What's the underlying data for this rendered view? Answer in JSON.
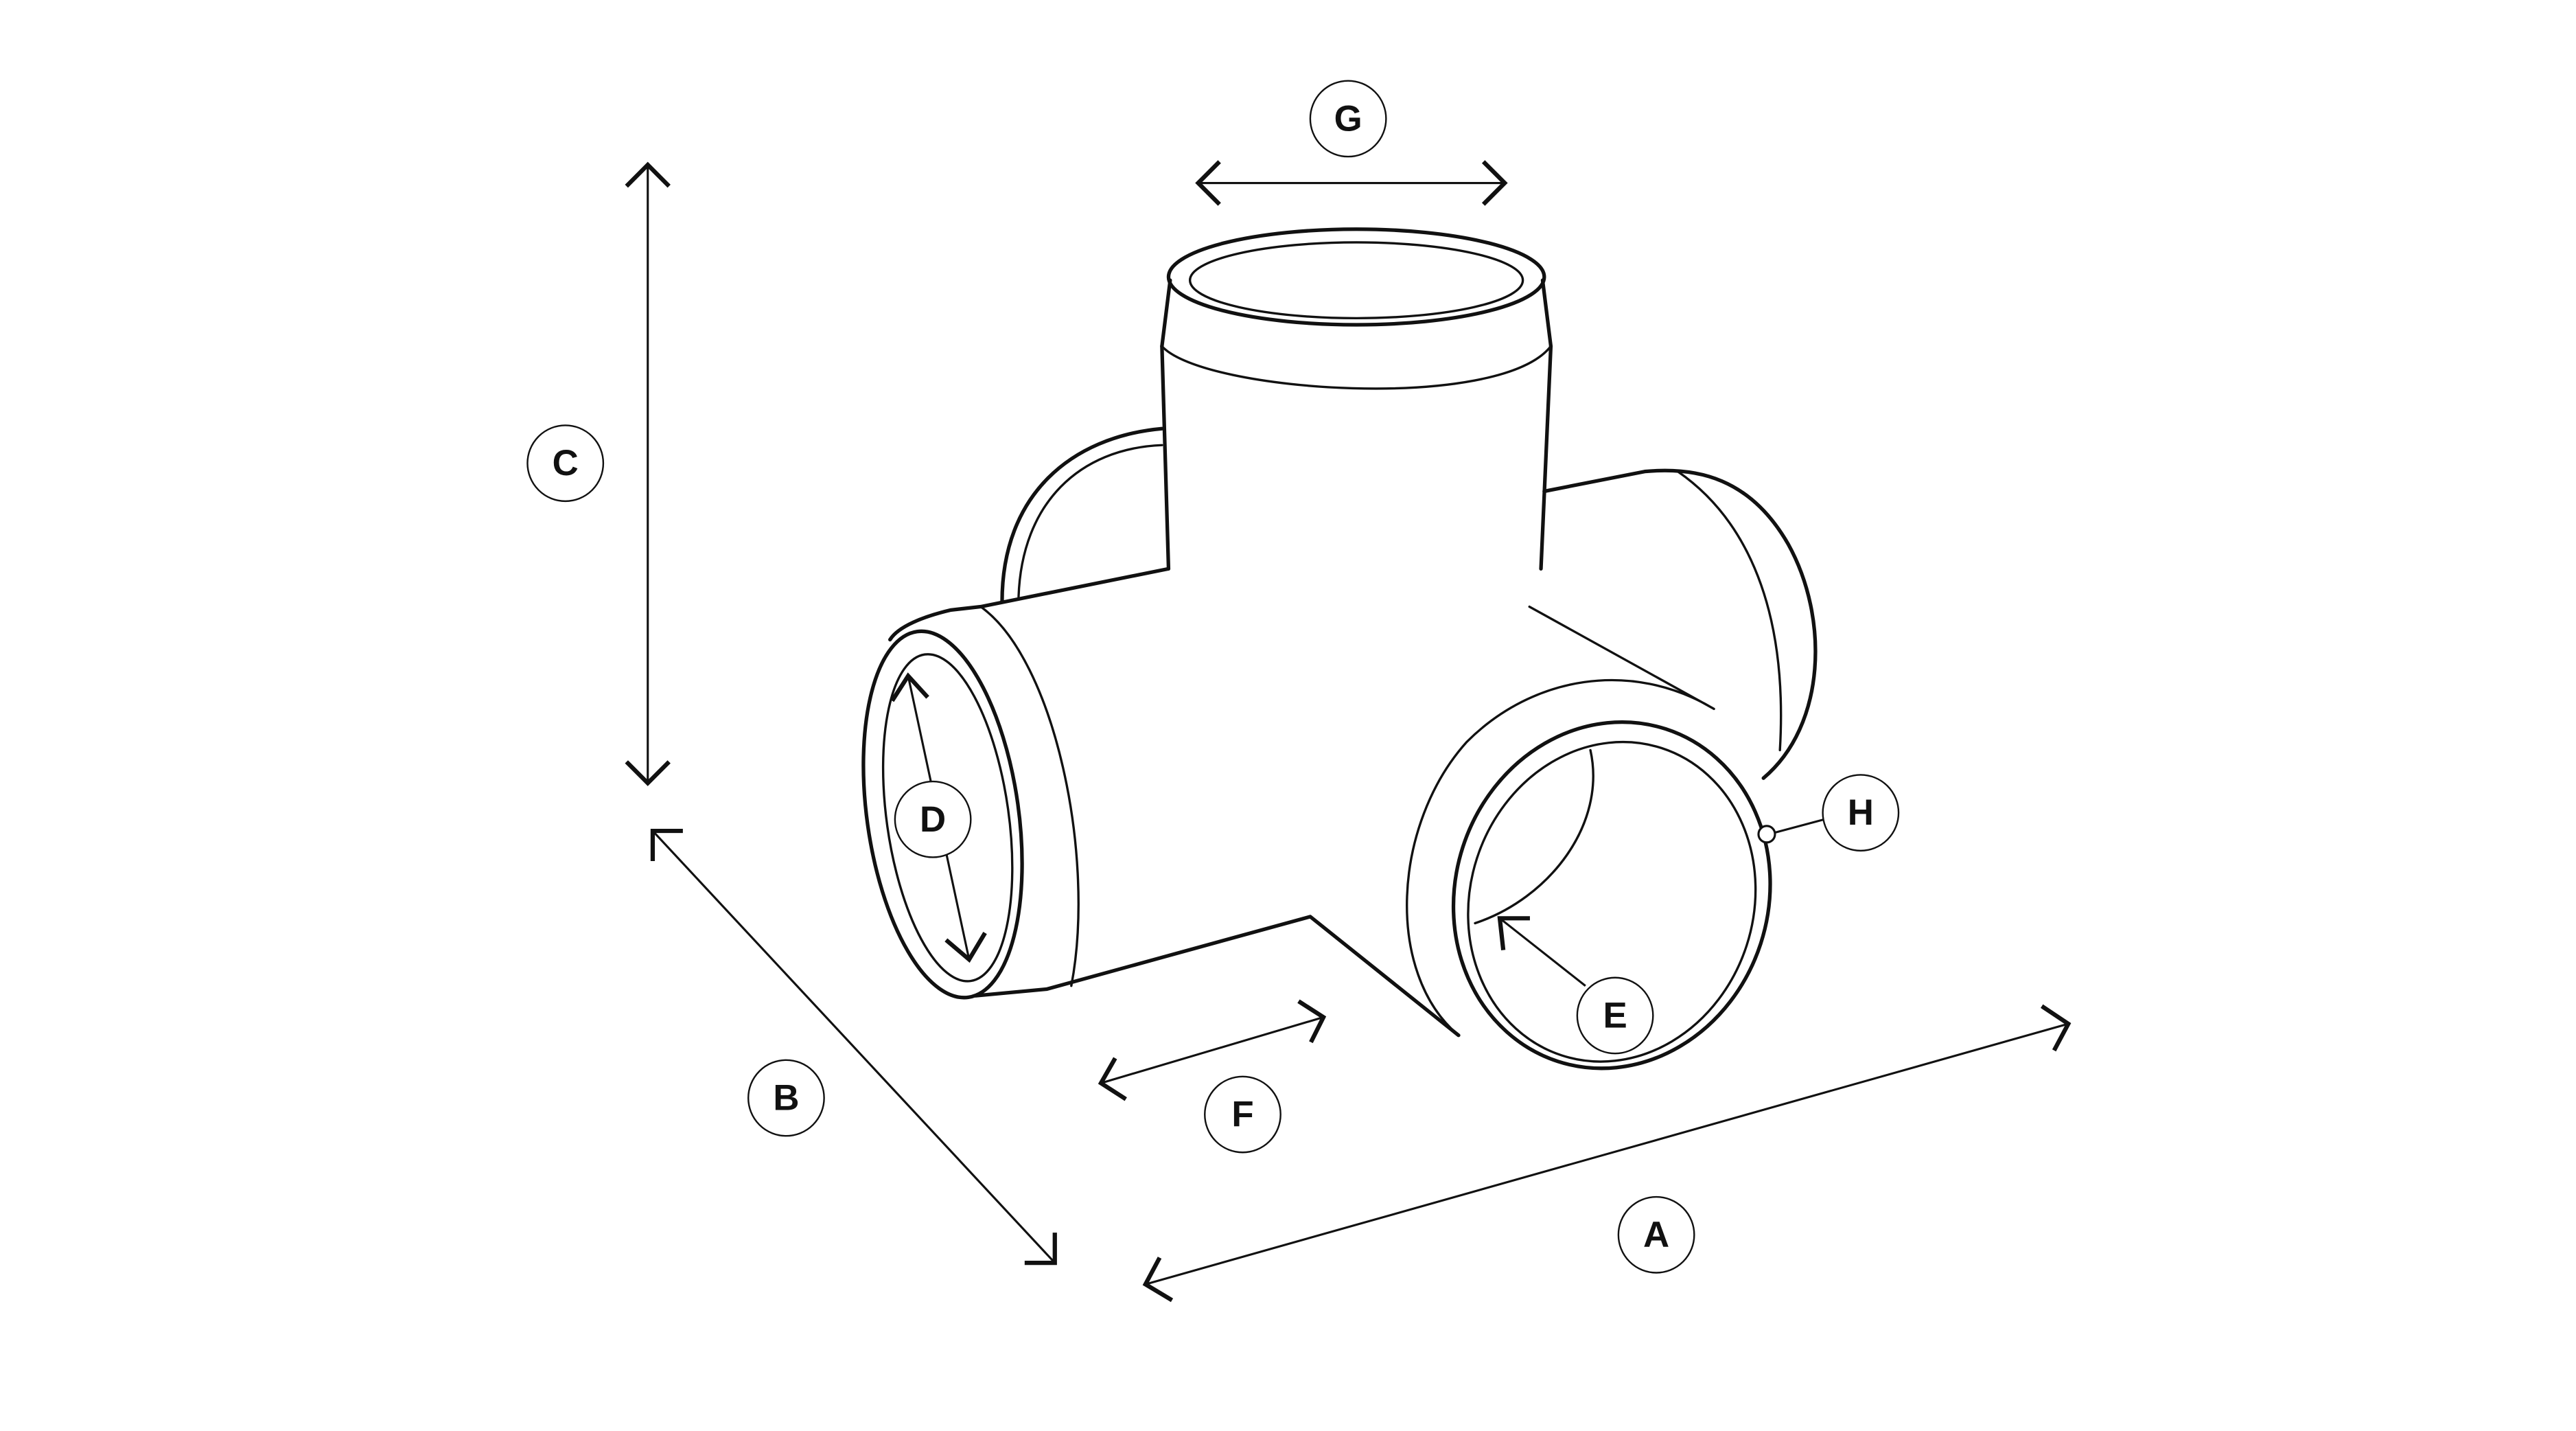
{
  "diagram": {
    "subject": "pipe-cross-fitting",
    "labels": {
      "A": "A",
      "B": "B",
      "C": "C",
      "D": "D",
      "E": "E",
      "F": "F",
      "G": "G",
      "H": "H"
    },
    "stroke_color": "#111111",
    "background": "#ffffff"
  }
}
